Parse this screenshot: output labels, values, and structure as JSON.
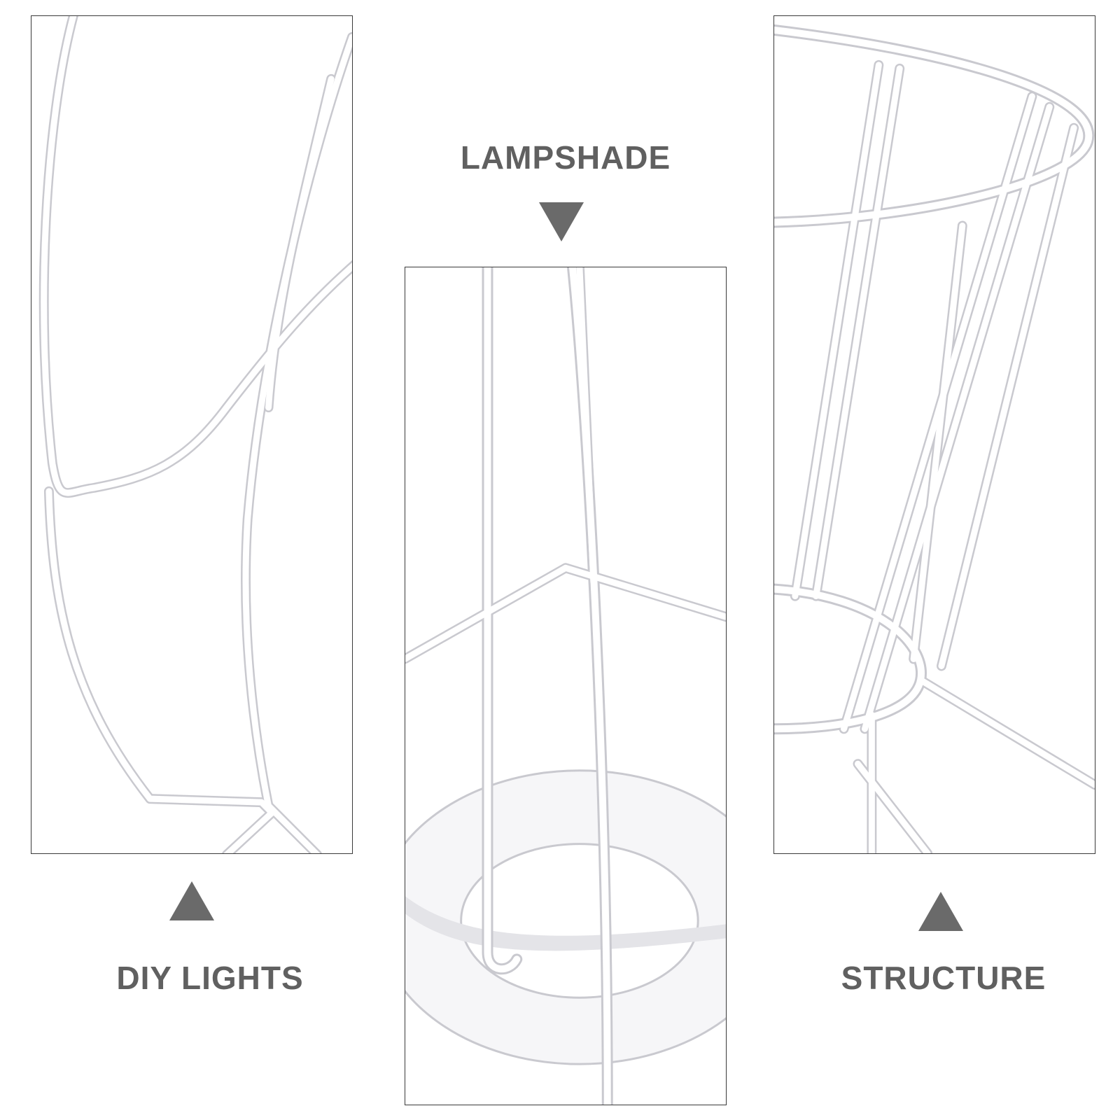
{
  "captions": {
    "lampshade": "LAMPSHADE",
    "diy_lights": "DIY LIGHTS",
    "structure": "STRUCTURE"
  },
  "colors": {
    "caption_text": "#606060",
    "arrow": "#6a6a6a",
    "panel_border": "#3a3a3a",
    "wire": "#f4f4f6",
    "wire_edge": "#c9c9cf",
    "background": "#ffffff"
  },
  "panels": [
    {
      "id": "diy-lights-closeup",
      "depicts": "white wire lampshade frame detail"
    },
    {
      "id": "lampshade-closeup",
      "depicts": "white wire frame with mounting ring"
    },
    {
      "id": "structure-closeup",
      "depicts": "white wire frame top ring and struts"
    }
  ]
}
